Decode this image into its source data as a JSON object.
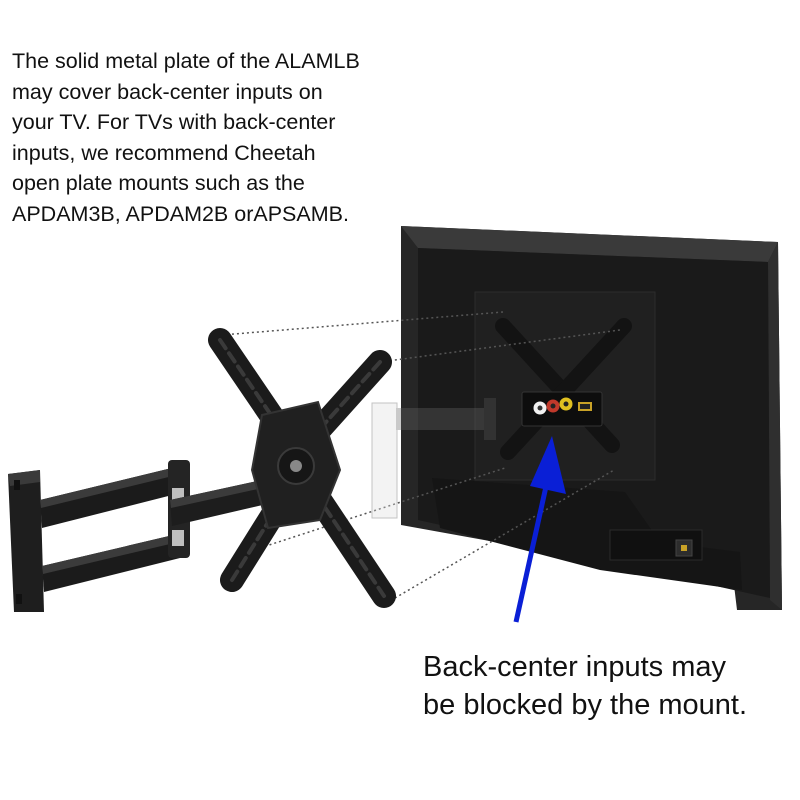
{
  "top_note": {
    "lines": [
      "The solid metal plate of the ALAMLB",
      "may cover back-center inputs on",
      "your TV. For TVs with back-center",
      "inputs, we recommend Cheetah",
      "open plate mounts such as the",
      "APDAM3B, APDAM2B orAPSAMB."
    ]
  },
  "bottom_note": {
    "lines": [
      "Back-center inputs may",
      "be blocked by the mount."
    ]
  },
  "colors": {
    "arrow": "#0a1fd6",
    "mount": "#1b1b1b",
    "tv_frame": "#262626",
    "tv_back": "#1e1e1e",
    "port_red": "#c0392b",
    "port_white": "#f2f2f2",
    "port_yellow": "#e0c020",
    "dotted_line": "#555555"
  }
}
